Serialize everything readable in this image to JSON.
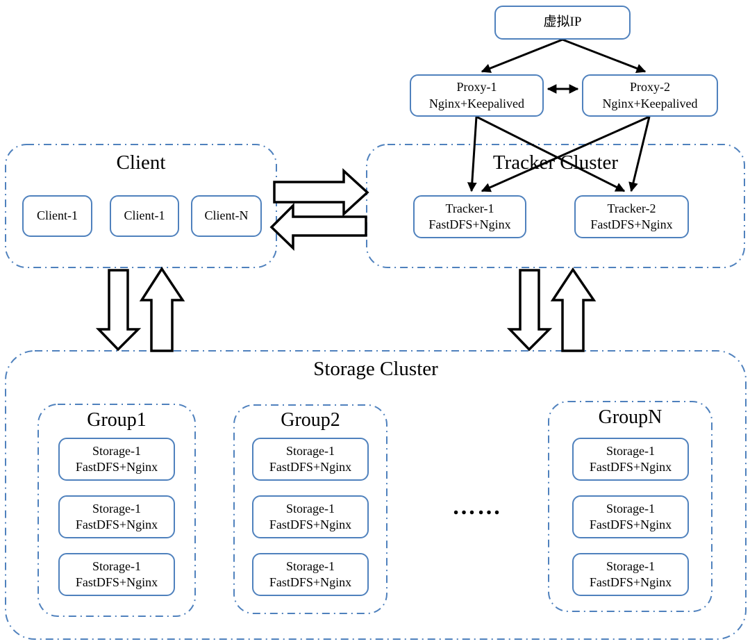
{
  "colors": {
    "node_border": "#4f81bd",
    "cluster_border": "#4f81bd",
    "arrow": "#000000",
    "block_arrow_fill": "#ffffff"
  },
  "vip": {
    "label": "虚拟IP"
  },
  "proxies": [
    {
      "name": "Proxy-1",
      "stack": "Nginx+Keepalived"
    },
    {
      "name": "Proxy-2",
      "stack": "Nginx+Keepalived"
    }
  ],
  "client_cluster": {
    "title": "Client",
    "clients": [
      "Client-1",
      "Client-1",
      "Client-N"
    ]
  },
  "tracker_cluster": {
    "title": "Tracker Cluster",
    "trackers": [
      {
        "name": "Tracker-1",
        "stack": "FastDFS+Nginx"
      },
      {
        "name": "Tracker-2",
        "stack": "FastDFS+Nginx"
      }
    ]
  },
  "storage_cluster": {
    "title": "Storage Cluster",
    "ellipsis": "……",
    "groups": [
      {
        "title": "Group1",
        "nodes": [
          {
            "name": "Storage-1",
            "stack": "FastDFS+Nginx"
          },
          {
            "name": "Storage-1",
            "stack": "FastDFS+Nginx"
          },
          {
            "name": "Storage-1",
            "stack": "FastDFS+Nginx"
          }
        ]
      },
      {
        "title": "Group2",
        "nodes": [
          {
            "name": "Storage-1",
            "stack": "FastDFS+Nginx"
          },
          {
            "name": "Storage-1",
            "stack": "FastDFS+Nginx"
          },
          {
            "name": "Storage-1",
            "stack": "FastDFS+Nginx"
          }
        ]
      },
      {
        "title": "GroupN",
        "nodes": [
          {
            "name": "Storage-1",
            "stack": "FastDFS+Nginx"
          },
          {
            "name": "Storage-1",
            "stack": "FastDFS+Nginx"
          },
          {
            "name": "Storage-1",
            "stack": "FastDFS+Nginx"
          }
        ]
      }
    ]
  }
}
